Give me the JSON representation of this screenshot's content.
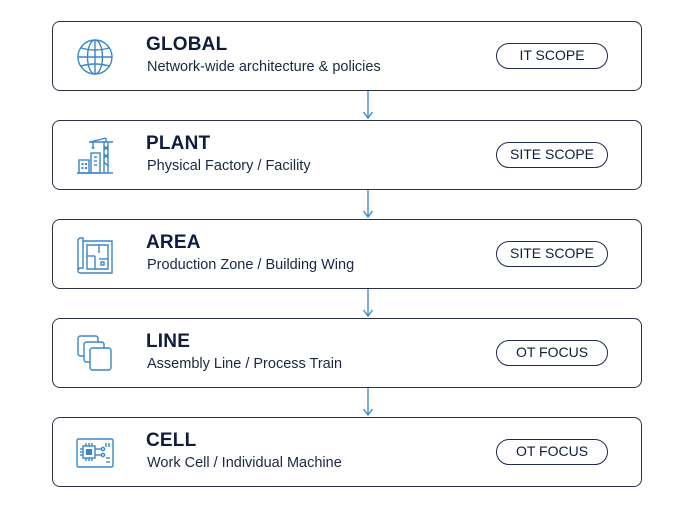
{
  "levels": [
    {
      "title": "GLOBAL",
      "subtitle": "Network-wide architecture & policies",
      "badge": "IT SCOPE",
      "icon": "globe-icon"
    },
    {
      "title": "PLANT",
      "subtitle": "Physical Factory / Facility",
      "badge": "SITE SCOPE",
      "icon": "factory-crane-icon"
    },
    {
      "title": "AREA",
      "subtitle": "Production Zone / Building Wing",
      "badge": "SITE SCOPE",
      "icon": "floor-plan-icon"
    },
    {
      "title": "LINE",
      "subtitle": "Assembly Line / Process Train",
      "badge": "OT FOCUS",
      "icon": "stacked-layers-icon"
    },
    {
      "title": "CELL",
      "subtitle": "Work Cell / Individual Machine",
      "badge": "OT FOCUS",
      "icon": "circuit-board-icon"
    }
  ],
  "colors": {
    "accent": "#3a86c8",
    "border": "#2b3446",
    "text": "#0f1c3d"
  }
}
